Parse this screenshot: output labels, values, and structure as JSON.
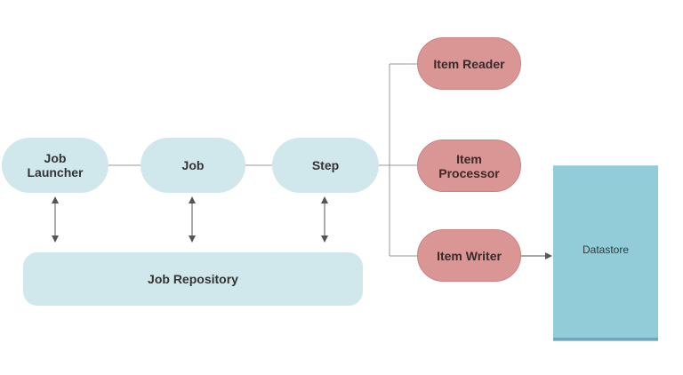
{
  "diagram": {
    "nodes": {
      "job_launcher": "Job\nLauncher",
      "job": "Job",
      "step": "Step",
      "item_reader": "Item Reader",
      "item_processor": "Item\nProcessor",
      "item_writer": "Item Writer",
      "job_repository": "Job Repository",
      "datastore": "Datastore"
    },
    "colors": {
      "core_node": "#d0e8ec",
      "item_node": "#d99694",
      "datastore": "#93ccd9",
      "connector": "#555555"
    }
  }
}
